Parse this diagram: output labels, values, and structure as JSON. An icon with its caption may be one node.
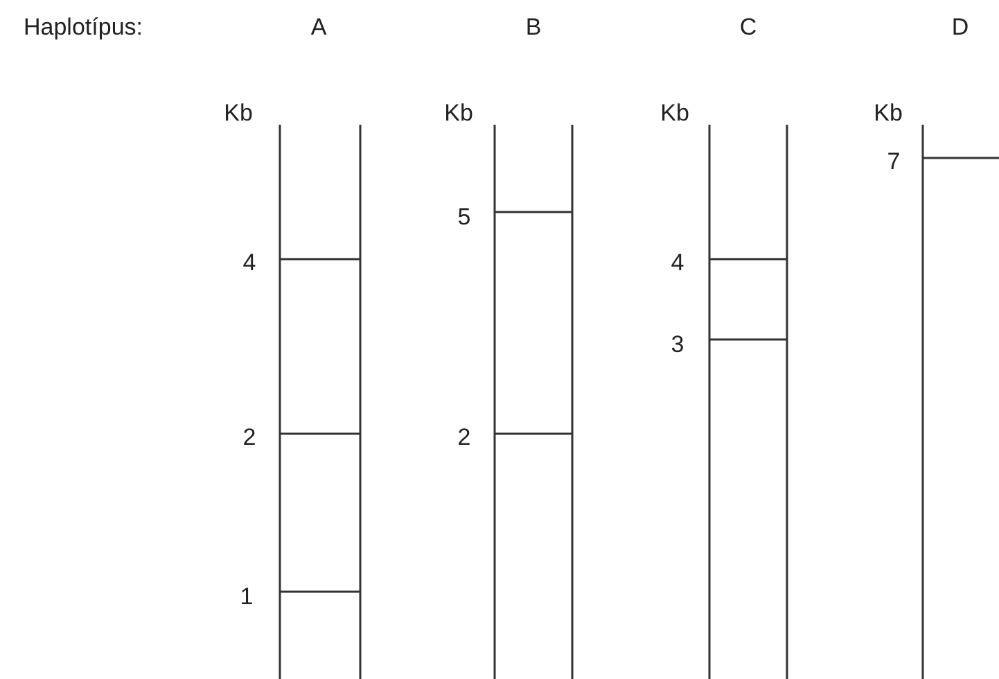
{
  "diagram": {
    "labels": [
      "Haplotípus:",
      "A",
      "B",
      "C",
      "D",
      "Kb",
      "Kb",
      "Kb",
      "Kb",
      "7",
      "5",
      "4",
      "4",
      "3",
      "2",
      "2",
      "1"
    ]
  }
}
